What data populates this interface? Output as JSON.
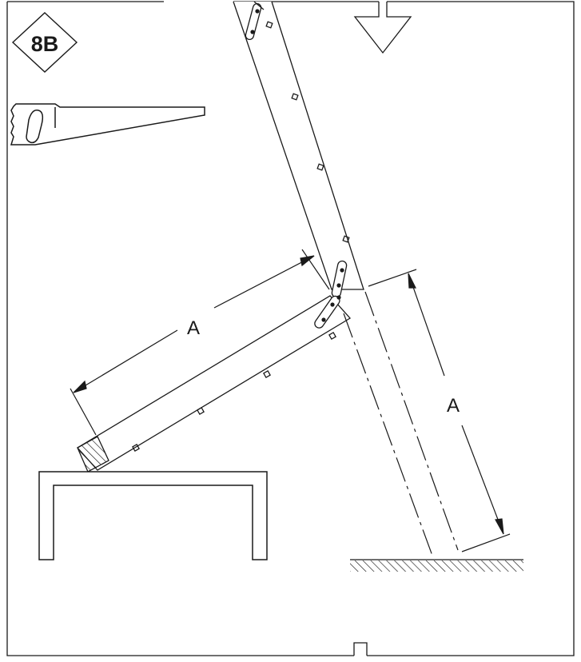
{
  "diagram": {
    "step_badge": "8B",
    "dimension_label_1": "A",
    "dimension_label_2": "A",
    "icons": [
      "saw-icon",
      "down-arrow-icon",
      "hinge-icon",
      "floor-hatch",
      "support-stand",
      "cut-hatch"
    ],
    "colors": {
      "line": "#1a1a1a",
      "background": "#ffffff"
    }
  }
}
